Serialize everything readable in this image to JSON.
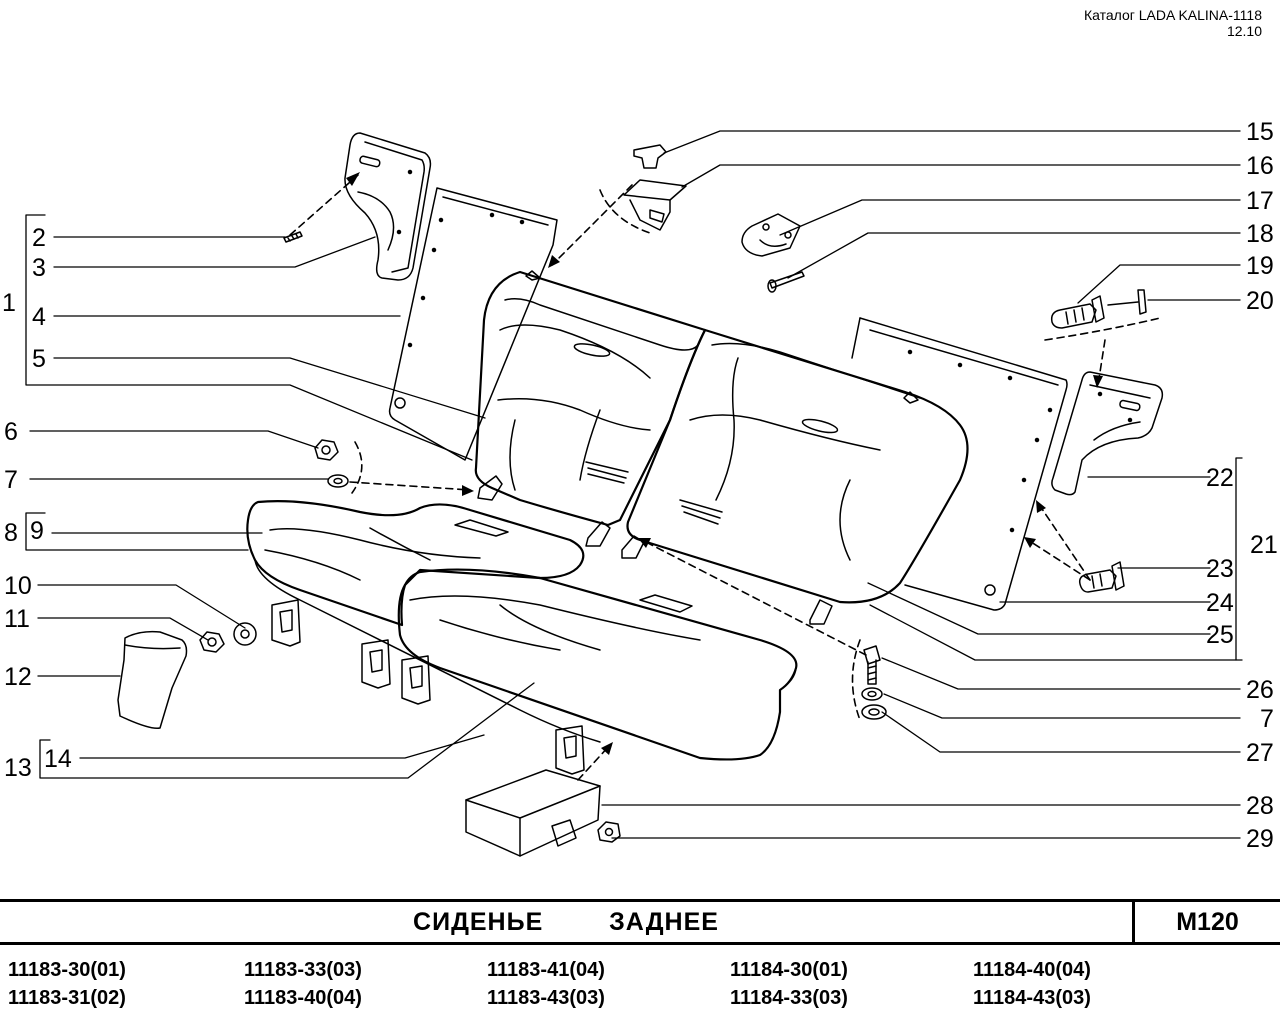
{
  "header": {
    "catalog": "Каталог LADA KALINA-1118",
    "date": "12.10"
  },
  "footer": {
    "title": "СИДЕНЬЕ   ЗАДНЕЕ",
    "code": "М120"
  },
  "models": {
    "col1": [
      "11183-30(01)",
      "11183-31(02)"
    ],
    "col2": [
      "11183-33(03)",
      "11183-40(04)"
    ],
    "col3": [
      "11183-41(04)",
      "11183-43(03)"
    ],
    "col4": [
      "11184-30(01)",
      "11184-33(03)"
    ],
    "col5": [
      "11184-40(04)",
      "11184-43(03)"
    ]
  },
  "callouts": {
    "c1": "1",
    "c2": "2",
    "c3": "3",
    "c4": "4",
    "c5": "5",
    "c6": "6",
    "c7": "7",
    "c8": "8",
    "c9": "9",
    "c10": "10",
    "c11": "11",
    "c12": "12",
    "c13": "13",
    "c14": "14",
    "c15": "15",
    "c16": "16",
    "c17": "17",
    "c18": "18",
    "c19": "19",
    "c20": "20",
    "c21": "21",
    "c22": "22",
    "c23": "23",
    "c24": "24",
    "c25": "25",
    "c26": "26",
    "c7b": "7",
    "c27": "27",
    "c28": "28",
    "c29": "29"
  }
}
